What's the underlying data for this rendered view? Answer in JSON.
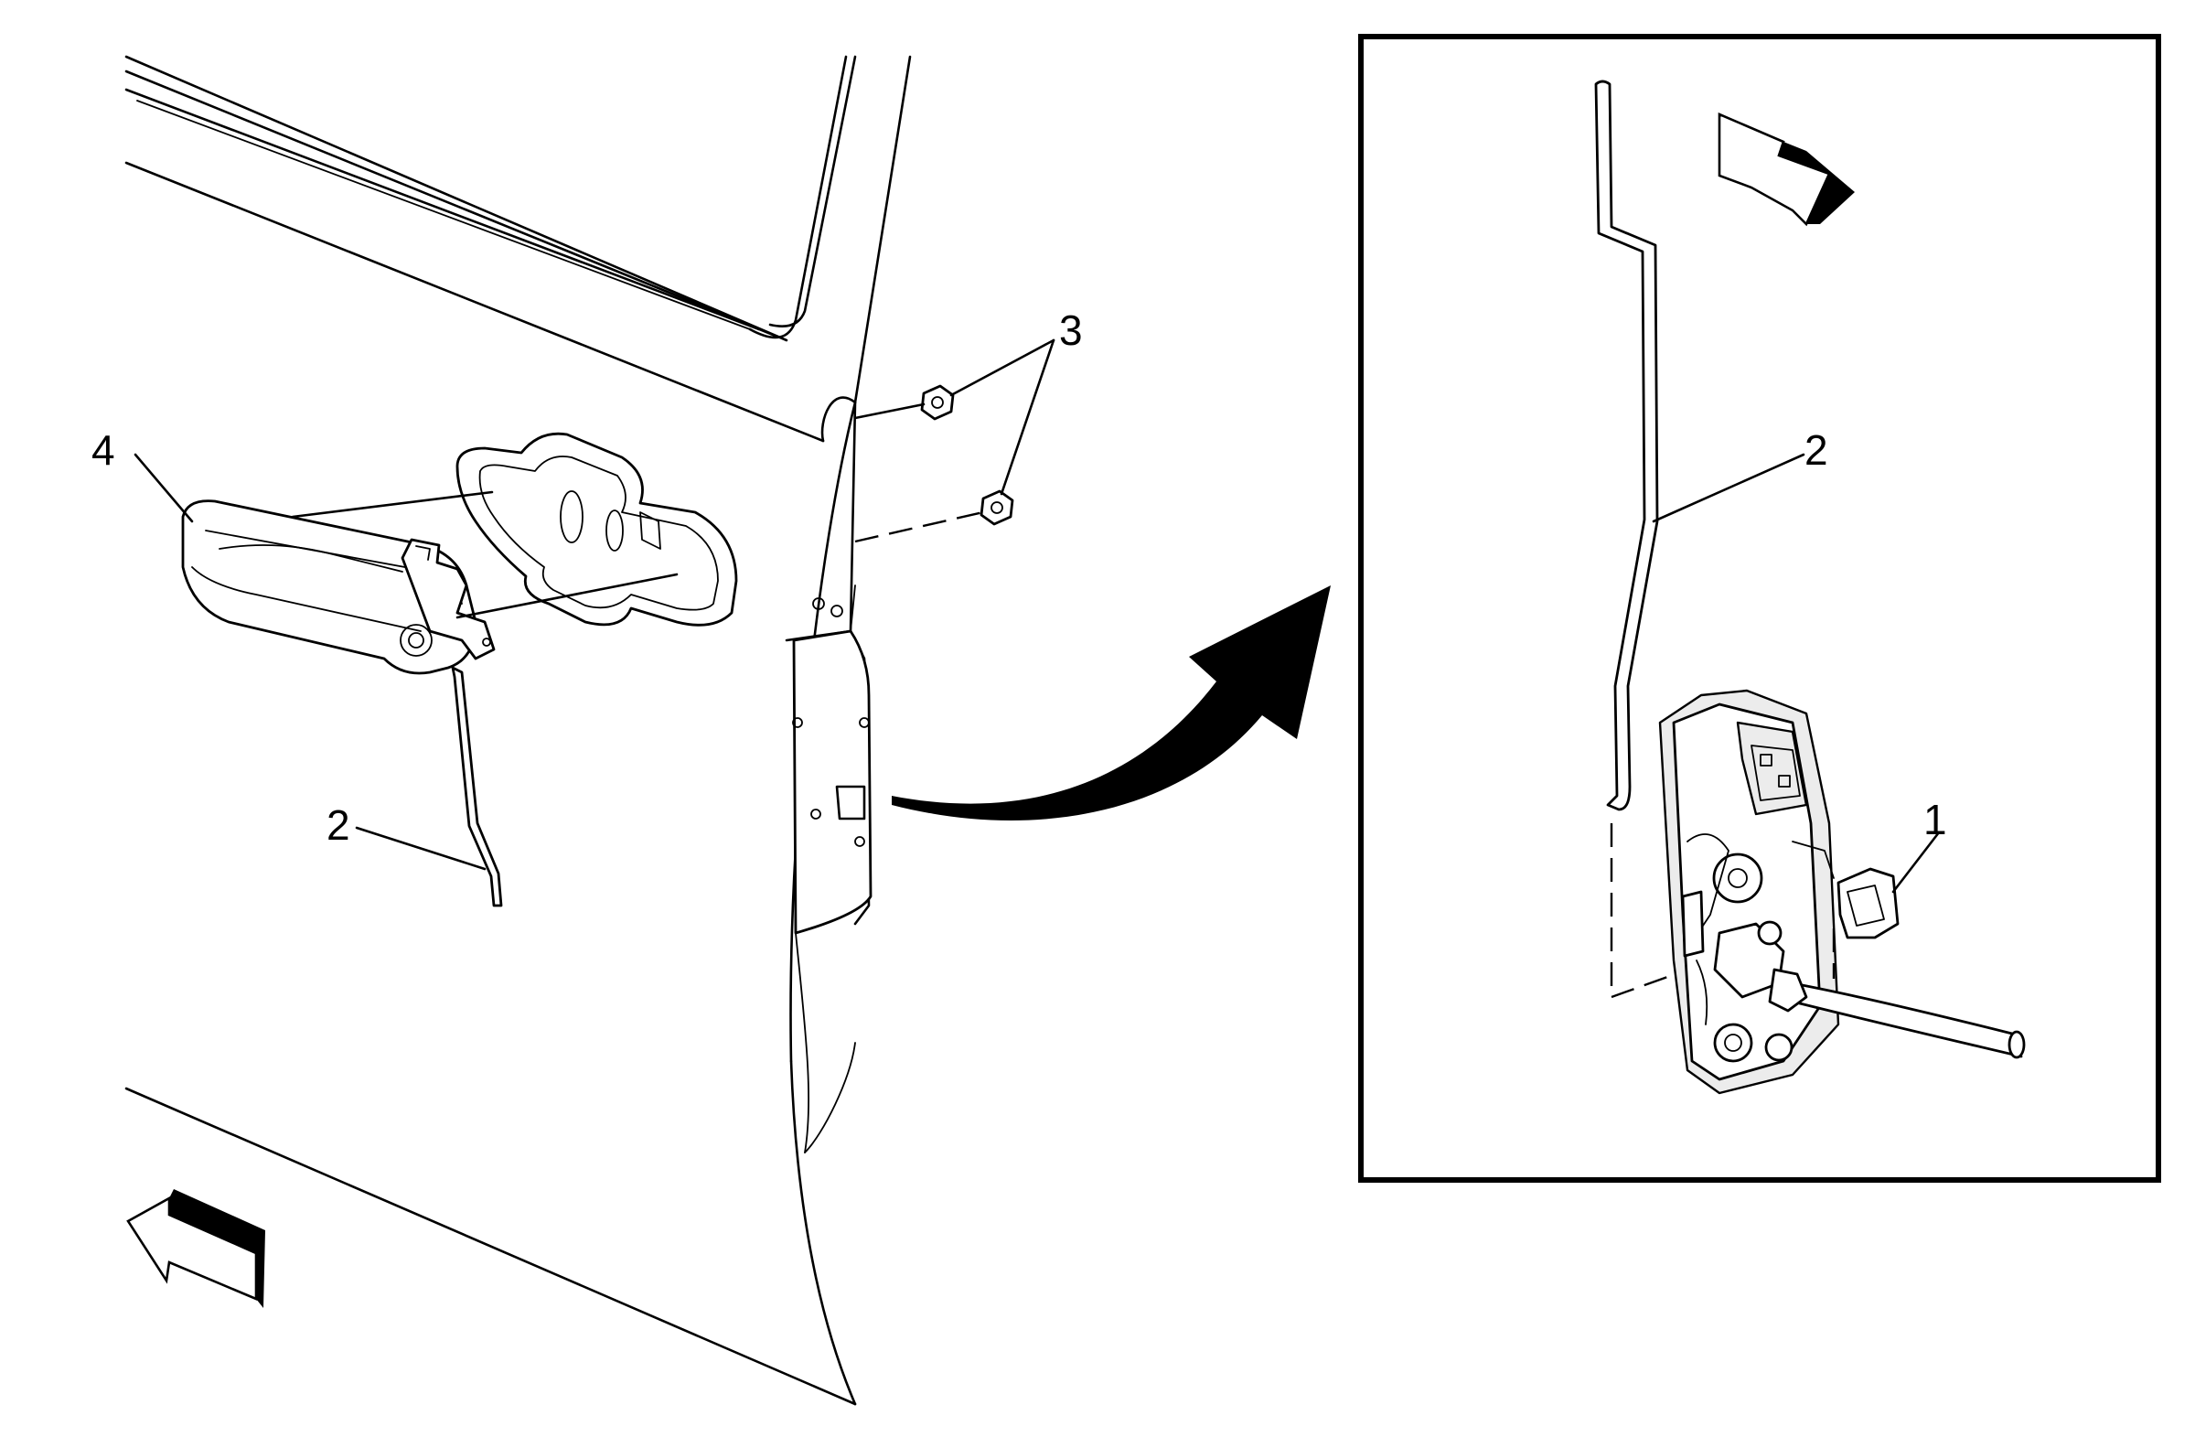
{
  "callouts": {
    "door_handle": "4",
    "rod_left": "2",
    "nuts": "3",
    "rod_inset": "2",
    "clip": "1"
  },
  "colors": {
    "line": "#000000",
    "background": "#ffffff",
    "arrow_fill": "#000000"
  },
  "icons": {
    "forward_arrow_left": "vehicle-forward-arrow-icon",
    "forward_arrow_inset": "direction-arrow-icon",
    "detail_arrow": "curved-detail-arrow-icon"
  }
}
